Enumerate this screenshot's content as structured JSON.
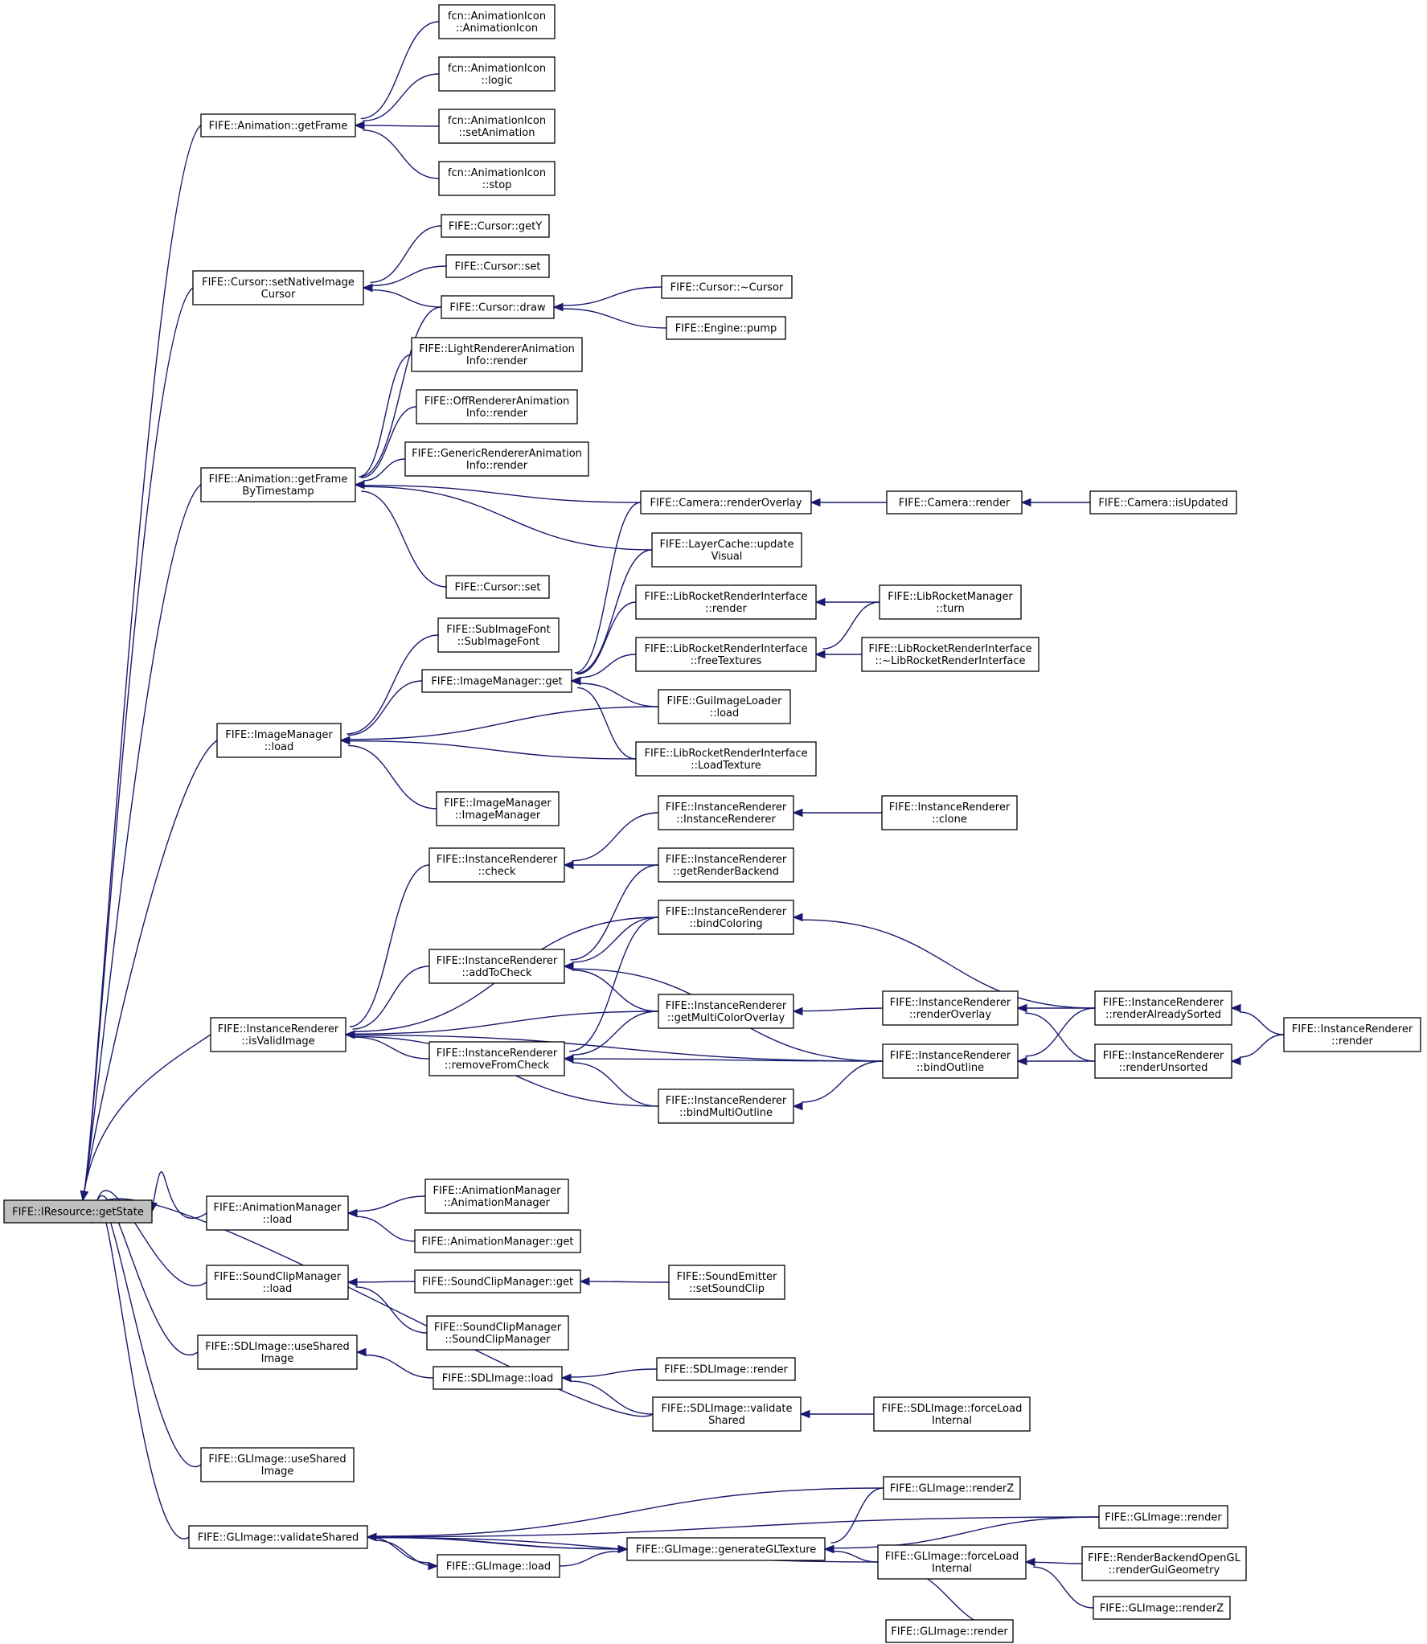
{
  "diagram": {
    "type": "caller-graph",
    "edge_color": "#191970",
    "root_fill": "#bfbfbf",
    "nodes": [
      {
        "id": "root",
        "label": "FIFE::IResource::getState"
      },
      {
        "id": "anim_getFrame",
        "label": "FIFE::Animation::getFrame"
      },
      {
        "id": "fcn_ctor",
        "label": "fcn::AnimationIcon\n::AnimationIcon"
      },
      {
        "id": "fcn_logic",
        "label": "fcn::AnimationIcon\n::logic"
      },
      {
        "id": "fcn_setAnim",
        "label": "fcn::AnimationIcon\n::setAnimation"
      },
      {
        "id": "fcn_stop",
        "label": "fcn::AnimationIcon\n::stop"
      },
      {
        "id": "cursor_setNative",
        "label": "FIFE::Cursor::setNativeImage\nCursor"
      },
      {
        "id": "cursor_getY",
        "label": "FIFE::Cursor::getY"
      },
      {
        "id": "cursor_set1",
        "label": "FIFE::Cursor::set"
      },
      {
        "id": "cursor_draw",
        "label": "FIFE::Cursor::draw"
      },
      {
        "id": "cursor_dtor",
        "label": "FIFE::Cursor::~Cursor"
      },
      {
        "id": "engine_pump",
        "label": "FIFE::Engine::pump"
      },
      {
        "id": "light_render",
        "label": "FIFE::LightRendererAnimation\nInfo::render"
      },
      {
        "id": "off_render",
        "label": "FIFE::OffRendererAnimation\nInfo::render"
      },
      {
        "id": "generic_render",
        "label": "FIFE::GenericRendererAnimation\nInfo::render"
      },
      {
        "id": "anim_getFrameTS",
        "label": "FIFE::Animation::getFrame\nByTimestamp"
      },
      {
        "id": "cam_renderOverlay",
        "label": "FIFE::Camera::renderOverlay"
      },
      {
        "id": "cam_render",
        "label": "FIFE::Camera::render"
      },
      {
        "id": "cam_isUpdated",
        "label": "FIFE::Camera::isUpdated"
      },
      {
        "id": "layercache_update",
        "label": "FIFE::LayerCache::update\nVisual"
      },
      {
        "id": "cursor_set2",
        "label": "FIFE::Cursor::set"
      },
      {
        "id": "lrri_render",
        "label": "FIFE::LibRocketRenderInterface\n::render"
      },
      {
        "id": "lrm_turn",
        "label": "FIFE::LibRocketManager\n::turn"
      },
      {
        "id": "subimagefont",
        "label": "FIFE::SubImageFont\n::SubImageFont"
      },
      {
        "id": "imgmgr_get",
        "label": "FIFE::ImageManager::get"
      },
      {
        "id": "lrri_free",
        "label": "FIFE::LibRocketRenderInterface\n::freeTextures"
      },
      {
        "id": "lrri_dtor",
        "label": "FIFE::LibRocketRenderInterface\n::~LibRocketRenderInterface"
      },
      {
        "id": "guiimg_load",
        "label": "FIFE::GuiImageLoader\n::load"
      },
      {
        "id": "imgmgr_load",
        "label": "FIFE::ImageManager\n::load"
      },
      {
        "id": "lrri_loadtex",
        "label": "FIFE::LibRocketRenderInterface\n::LoadTexture"
      },
      {
        "id": "imgmgr_ctor",
        "label": "FIFE::ImageManager\n::ImageManager"
      },
      {
        "id": "ir_ctor",
        "label": "FIFE::InstanceRenderer\n::InstanceRenderer"
      },
      {
        "id": "ir_clone",
        "label": "FIFE::InstanceRenderer\n::clone"
      },
      {
        "id": "ir_check",
        "label": "FIFE::InstanceRenderer\n::check"
      },
      {
        "id": "ir_getRB",
        "label": "FIFE::InstanceRenderer\n::getRenderBackend"
      },
      {
        "id": "ir_bindColoring",
        "label": "FIFE::InstanceRenderer\n::bindColoring"
      },
      {
        "id": "ir_addToCheck",
        "label": "FIFE::InstanceRenderer\n::addToCheck"
      },
      {
        "id": "ir_getMCO",
        "label": "FIFE::InstanceRenderer\n::getMultiColorOverlay"
      },
      {
        "id": "ir_renderOverlay",
        "label": "FIFE::InstanceRenderer\n::renderOverlay"
      },
      {
        "id": "ir_renderAS",
        "label": "FIFE::InstanceRenderer\n::renderAlreadySorted"
      },
      {
        "id": "ir_isValidImage",
        "label": "FIFE::InstanceRenderer\n::isValidImage"
      },
      {
        "id": "ir_render",
        "label": "FIFE::InstanceRenderer\n::render"
      },
      {
        "id": "ir_removeFromCheck",
        "label": "FIFE::InstanceRenderer\n::removeFromCheck"
      },
      {
        "id": "ir_bindOutline",
        "label": "FIFE::InstanceRenderer\n::bindOutline"
      },
      {
        "id": "ir_renderUnsorted",
        "label": "FIFE::InstanceRenderer\n::renderUnsorted"
      },
      {
        "id": "ir_bindMO",
        "label": "FIFE::InstanceRenderer\n::bindMultiOutline"
      },
      {
        "id": "am_ctor",
        "label": "FIFE::AnimationManager\n::AnimationManager"
      },
      {
        "id": "am_load",
        "label": "FIFE::AnimationManager\n::load"
      },
      {
        "id": "am_get",
        "label": "FIFE::AnimationManager::get"
      },
      {
        "id": "scm_load",
        "label": "FIFE::SoundClipManager\n::load"
      },
      {
        "id": "scm_get",
        "label": "FIFE::SoundClipManager::get"
      },
      {
        "id": "se_setSC",
        "label": "FIFE::SoundEmitter\n::setSoundClip"
      },
      {
        "id": "scm_ctor",
        "label": "FIFE::SoundClipManager\n::SoundClipManager"
      },
      {
        "id": "sdl_useShared",
        "label": "FIFE::SDLImage::useShared\nImage"
      },
      {
        "id": "sdl_render",
        "label": "FIFE::SDLImage::render"
      },
      {
        "id": "sdl_load",
        "label": "FIFE::SDLImage::load"
      },
      {
        "id": "sdl_validate",
        "label": "FIFE::SDLImage::validate\nShared"
      },
      {
        "id": "sdl_forceLoad",
        "label": "FIFE::SDLImage::forceLoad\nInternal"
      },
      {
        "id": "gl_useShared",
        "label": "FIFE::GLImage::useShared\nImage"
      },
      {
        "id": "gl_renderZ1",
        "label": "FIFE::GLImage::renderZ"
      },
      {
        "id": "gl_render1",
        "label": "FIFE::GLImage::render"
      },
      {
        "id": "gl_validate",
        "label": "FIFE::GLImage::validateShared"
      },
      {
        "id": "gl_genTex",
        "label": "FIFE::GLImage::generateGLTexture"
      },
      {
        "id": "gl_load",
        "label": "FIFE::GLImage::load"
      },
      {
        "id": "gl_forceLoad",
        "label": "FIFE::GLImage::forceLoad\nInternal"
      },
      {
        "id": "rbogl_rgg",
        "label": "FIFE::RenderBackendOpenGL\n::renderGuiGeometry"
      },
      {
        "id": "gl_renderZ2",
        "label": "FIFE::GLImage::renderZ"
      },
      {
        "id": "gl_render2",
        "label": "FIFE::GLImage::render"
      }
    ],
    "edges": [
      [
        "anim_getFrame",
        "root"
      ],
      [
        "cursor_setNative",
        "root"
      ],
      [
        "anim_getFrameTS",
        "root"
      ],
      [
        "imgmgr_load",
        "root"
      ],
      [
        "ir_isValidImage",
        "root"
      ],
      [
        "am_load",
        "root"
      ],
      [
        "scm_load",
        "root"
      ],
      [
        "sdl_useShared",
        "root"
      ],
      [
        "sdl_validate",
        "root"
      ],
      [
        "gl_useShared",
        "root"
      ],
      [
        "gl_validate",
        "root"
      ],
      [
        "fcn_ctor",
        "anim_getFrame"
      ],
      [
        "fcn_logic",
        "anim_getFrame"
      ],
      [
        "fcn_setAnim",
        "anim_getFrame"
      ],
      [
        "fcn_stop",
        "anim_getFrame"
      ],
      [
        "cursor_getY",
        "cursor_setNative"
      ],
      [
        "cursor_set1",
        "cursor_setNative"
      ],
      [
        "cursor_draw",
        "cursor_setNative"
      ],
      [
        "cursor_dtor",
        "cursor_draw"
      ],
      [
        "engine_pump",
        "cursor_draw"
      ],
      [
        "cursor_draw",
        "anim_getFrameTS"
      ],
      [
        "light_render",
        "anim_getFrameTS"
      ],
      [
        "off_render",
        "anim_getFrameTS"
      ],
      [
        "generic_render",
        "anim_getFrameTS"
      ],
      [
        "cam_renderOverlay",
        "anim_getFrameTS"
      ],
      [
        "layercache_update",
        "anim_getFrameTS"
      ],
      [
        "cursor_set2",
        "anim_getFrameTS"
      ],
      [
        "cam_render",
        "cam_renderOverlay"
      ],
      [
        "cam_isUpdated",
        "cam_render"
      ],
      [
        "cam_renderOverlay",
        "imgmgr_get"
      ],
      [
        "layercache_update",
        "imgmgr_get"
      ],
      [
        "lrri_render",
        "imgmgr_get"
      ],
      [
        "lrri_free",
        "imgmgr_get"
      ],
      [
        "guiimg_load",
        "imgmgr_get"
      ],
      [
        "lrri_loadtex",
        "imgmgr_get"
      ],
      [
        "lrm_turn",
        "lrri_render"
      ],
      [
        "lrm_turn",
        "lrri_free"
      ],
      [
        "lrri_dtor",
        "lrri_free"
      ],
      [
        "subimagefont",
        "imgmgr_load"
      ],
      [
        "imgmgr_get",
        "imgmgr_load"
      ],
      [
        "guiimg_load",
        "imgmgr_load"
      ],
      [
        "lrri_loadtex",
        "imgmgr_load"
      ],
      [
        "imgmgr_ctor",
        "imgmgr_load"
      ],
      [
        "ir_clone",
        "ir_ctor"
      ],
      [
        "ir_ctor",
        "ir_check"
      ],
      [
        "ir_getRB",
        "ir_check"
      ],
      [
        "ir_check",
        "ir_isValidImage"
      ],
      [
        "ir_bindColoring",
        "ir_isValidImage"
      ],
      [
        "ir_addToCheck",
        "ir_isValidImage"
      ],
      [
        "ir_getMCO",
        "ir_isValidImage"
      ],
      [
        "ir_removeFromCheck",
        "ir_isValidImage"
      ],
      [
        "ir_bindMO",
        "ir_isValidImage"
      ],
      [
        "ir_bindOutline",
        "ir_isValidImage"
      ],
      [
        "ir_getRB",
        "ir_addToCheck"
      ],
      [
        "ir_bindColoring",
        "ir_addToCheck"
      ],
      [
        "ir_getMCO",
        "ir_addToCheck"
      ],
      [
        "ir_bindOutline",
        "ir_addToCheck"
      ],
      [
        "ir_bindColoring",
        "ir_removeFromCheck"
      ],
      [
        "ir_getMCO",
        "ir_removeFromCheck"
      ],
      [
        "ir_bindOutline",
        "ir_removeFromCheck"
      ],
      [
        "ir_bindMO",
        "ir_removeFromCheck"
      ],
      [
        "ir_renderAS",
        "ir_bindColoring"
      ],
      [
        "ir_renderOverlay",
        "ir_getMCO"
      ],
      [
        "ir_renderAS",
        "ir_renderOverlay"
      ],
      [
        "ir_renderUnsorted",
        "ir_renderOverlay"
      ],
      [
        "ir_renderAS",
        "ir_bindOutline"
      ],
      [
        "ir_renderUnsorted",
        "ir_bindOutline"
      ],
      [
        "ir_bindOutline",
        "ir_bindMO"
      ],
      [
        "ir_render",
        "ir_renderAS"
      ],
      [
        "ir_render",
        "ir_renderUnsorted"
      ],
      [
        "am_ctor",
        "am_load"
      ],
      [
        "am_get",
        "am_load"
      ],
      [
        "scm_get",
        "scm_load"
      ],
      [
        "scm_ctor",
        "scm_load"
      ],
      [
        "se_setSC",
        "scm_get"
      ],
      [
        "sdl_load",
        "sdl_useShared"
      ],
      [
        "sdl_render",
        "sdl_load"
      ],
      [
        "sdl_validate",
        "sdl_load"
      ],
      [
        "sdl_forceLoad",
        "sdl_validate"
      ],
      [
        "gl_renderZ1",
        "gl_validate"
      ],
      [
        "gl_genTex",
        "gl_validate"
      ],
      [
        "gl_load",
        "gl_validate"
      ],
      [
        "gl_forceLoad",
        "gl_validate"
      ],
      [
        "gl_render1",
        "gl_validate"
      ],
      [
        "gl_validate",
        "gl_genTex"
      ],
      [
        "gl_load",
        "gl_genTex"
      ],
      [
        "gl_renderZ1",
        "gl_genTex"
      ],
      [
        "gl_forceLoad",
        "gl_genTex"
      ],
      [
        "gl_render1",
        "gl_genTex"
      ],
      [
        "gl_validate",
        "gl_load"
      ],
      [
        "gl_render2",
        "gl_forceLoad"
      ],
      [
        "rbogl_rgg",
        "gl_forceLoad"
      ],
      [
        "gl_renderZ2",
        "gl_forceLoad"
      ]
    ]
  }
}
